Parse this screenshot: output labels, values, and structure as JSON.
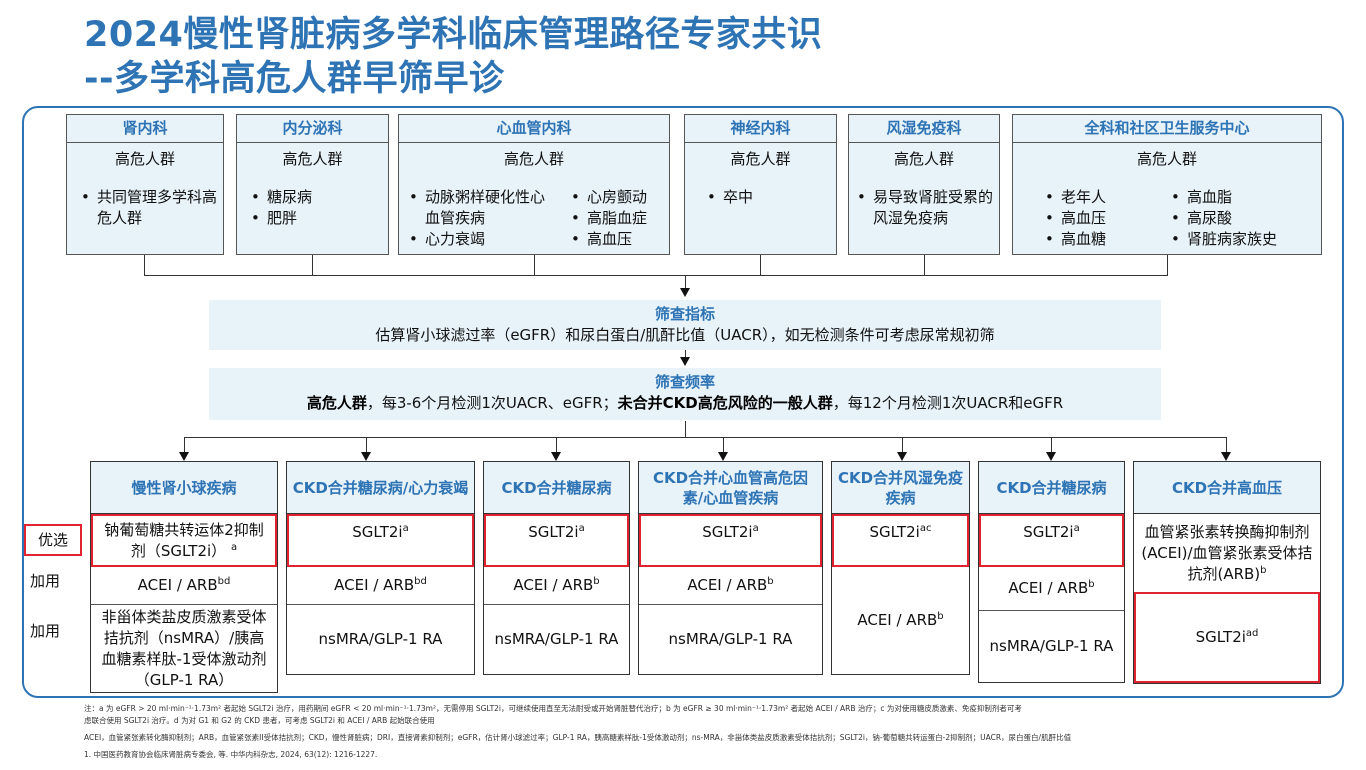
{
  "title": {
    "line1": "2024慢性肾脏病多学科临床管理路径专家共识",
    "line2": "--多学科高危人群早筛早诊"
  },
  "departments": [
    {
      "name": "肾内科",
      "subtitle": "高危人群",
      "items": [
        "共同管理多学科高危人群"
      ],
      "items2": []
    },
    {
      "name": "内分泌科",
      "subtitle": "高危人群",
      "items": [
        "糖尿病",
        "肥胖"
      ],
      "items2": []
    },
    {
      "name": "心血管内科",
      "subtitle": "高危人群",
      "items": [
        "动脉粥样硬化性心血管疾病",
        "心力衰竭"
      ],
      "items2": [
        "心房颤动",
        "高脂血症",
        "高血压"
      ]
    },
    {
      "name": "神经内科",
      "subtitle": "高危人群",
      "items": [
        "卒中"
      ],
      "items2": []
    },
    {
      "name": "风湿免疫科",
      "subtitle": "高危人群",
      "items": [
        "易导致肾脏受累的风湿免疫病"
      ],
      "items2": []
    },
    {
      "name": "全科和社区卫生服务中心",
      "subtitle": "高危人群",
      "items": [
        "老年人",
        "高血压",
        "高血糖"
      ],
      "items2": [
        "高血脂",
        "高尿酸",
        "肾脏病家族史"
      ]
    }
  ],
  "screening_indicator": {
    "heading": "筛查指标",
    "text": "估算肾小球滤过率（eGFR）和尿白蛋白/肌酐比值（UACR），如无检测条件可考虑尿常规初筛"
  },
  "screening_frequency": {
    "heading": "筛查频率",
    "bold1": "高危人群",
    "text1": "，每3-6个月检测1次UACR、eGFR；",
    "bold2": "未合并CKD高危风险的一般人群",
    "text2": "，每12个月检测1次UACR和eGFR"
  },
  "row_labels": {
    "preferred": "优选",
    "add1": "加用",
    "add2": "加用"
  },
  "columns": [
    {
      "header": "慢性肾小球疾病",
      "pref": "钠葡萄糖共转运体2抑制剂（SGLT2i）",
      "pref_sup": "a",
      "add1": "ACEI / ARB",
      "add1_sup": "bd",
      "add2": "非甾体类盐皮质激素受体拮抗剂（nsMRA）/胰高血糖素样肽-1受体激动剂（GLP-1 RA）"
    },
    {
      "header": "CKD合并糖尿病/心力衰竭",
      "pref": "SGLT2i",
      "pref_sup": "a",
      "add1": "ACEI / ARB",
      "add1_sup": "bd",
      "add2": "nsMRA/GLP-1 RA"
    },
    {
      "header": "CKD合并糖尿病",
      "pref": "SGLT2i",
      "pref_sup": "a",
      "add1": "ACEI / ARB",
      "add1_sup": "b",
      "add2": "nsMRA/GLP-1 RA"
    },
    {
      "header": "CKD合并心血管高危因素/心血管疾病",
      "pref": "SGLT2i",
      "pref_sup": "a",
      "add1": "ACEI / ARB",
      "add1_sup": "b",
      "add2": "nsMRA/GLP-1 RA"
    },
    {
      "header": "CKD合并风湿免疫疾病",
      "pref": "SGLT2i",
      "pref_sup": "ac",
      "add1": "ACEI / ARB",
      "add1_sup": "b"
    },
    {
      "header": "CKD合并糖尿病",
      "pref": "SGLT2i",
      "pref_sup": "a",
      "add1": "ACEI / ARB",
      "add1_sup": "b",
      "add2": "nsMRA/GLP-1 RA"
    },
    {
      "header": "CKD合并高血压",
      "first": "血管紧张素转换酶抑制剂(ACEI)/血管紧张素受体拮抗剂(ARB)",
      "first_sup": "b",
      "second": "SGLT2i",
      "second_sup": "ad"
    }
  ],
  "footnotes": {
    "note1": "注：a 为 eGFR > 20 ml·min⁻¹·1.73m² 者起始 SGLT2i 治疗，用药期间 eGFR < 20 ml·min⁻¹·1.73m²，无需停用 SGLT2i，可继续使用直至无法耐受或开始肾脏替代治疗；b 为 eGFR ≥ 30 ml·min⁻¹·1.73m² 者起始 ACEI / ARB 治疗；c 为对使用糖皮质激素、免疫抑制剂者可考",
    "note2": "虑联合使用 SGLT2i 治疗。d 为对 G1 和 G2 的 CKD 患者，可考虑 SGLT2i 和 ACEI / ARB 起始联合使用",
    "abbr": "ACEI，血管紧张素转化酶抑制剂；ARB，血管紧张素II受体拮抗剂；CKD，慢性肾脏病；DRI，直接肾素抑制剂；eGFR，估计肾小球滤过率；GLP-1 RA，胰高糖素样肽-1受体激动剂；ns-MRA，非甾体类盐皮质激素受体拮抗剂；SGLT2i，钠-葡萄糖共转运蛋白-2抑制剂；UACR，尿白蛋白/肌酐比值",
    "ref": "1. 中国医药教育协会临床肾脏病专委会, 等. 中华内科杂志, 2024, 63(12): 1216-1227."
  }
}
